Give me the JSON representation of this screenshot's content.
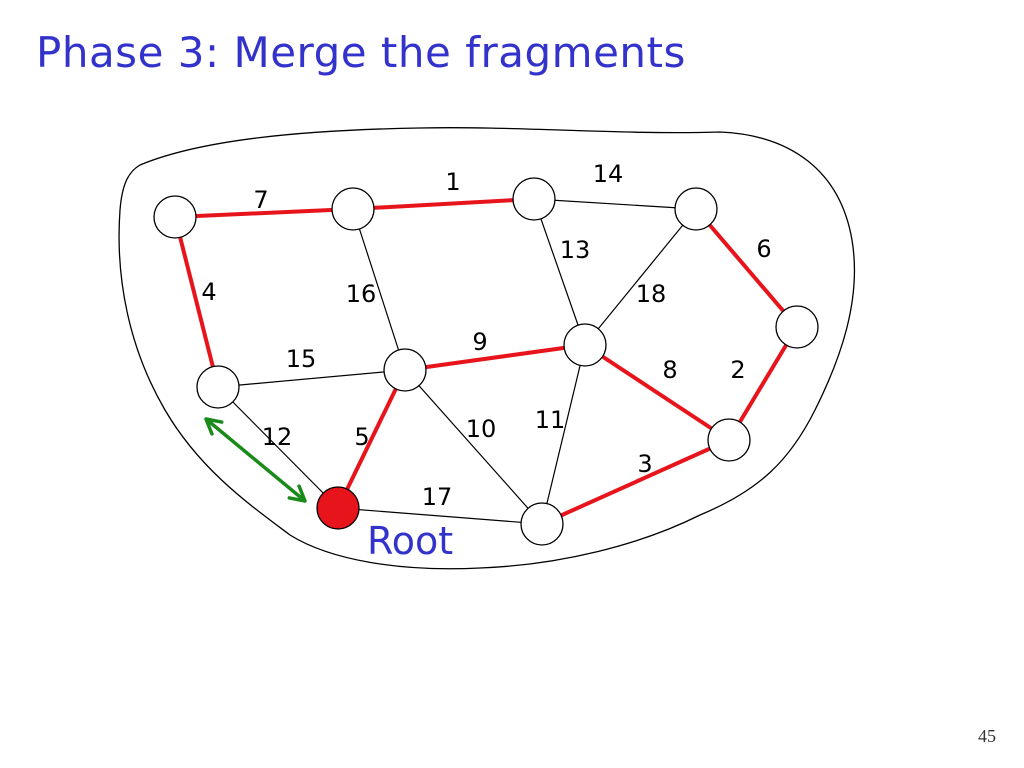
{
  "slide": {
    "title": "Phase 3: Merge the fragments",
    "page_number": "45"
  },
  "colors": {
    "title": "#3333cc",
    "mst_edge": "#e8141c",
    "other_edge": "#000000",
    "root_node": "#e8141c",
    "merge_arrow": "#1a8a1a",
    "root_label": "#3333cc"
  },
  "graph": {
    "root_label": "Root",
    "nodes": [
      {
        "id": "A"
      },
      {
        "id": "B"
      },
      {
        "id": "C"
      },
      {
        "id": "D"
      },
      {
        "id": "E"
      },
      {
        "id": "F"
      },
      {
        "id": "G"
      },
      {
        "id": "H"
      },
      {
        "id": "I"
      },
      {
        "id": "J"
      },
      {
        "id": "R",
        "root": true
      }
    ],
    "edges": [
      {
        "from": "A",
        "to": "B",
        "weight": "7",
        "in_fragment": true
      },
      {
        "from": "B",
        "to": "C",
        "weight": "1",
        "in_fragment": true
      },
      {
        "from": "C",
        "to": "D",
        "weight": "14",
        "in_fragment": false
      },
      {
        "from": "A",
        "to": "F",
        "weight": "4",
        "in_fragment": true
      },
      {
        "from": "B",
        "to": "G",
        "weight": "16",
        "in_fragment": false
      },
      {
        "from": "C",
        "to": "H",
        "weight": "13",
        "in_fragment": false
      },
      {
        "from": "D",
        "to": "H",
        "weight": "18",
        "in_fragment": false
      },
      {
        "from": "D",
        "to": "E",
        "weight": "6",
        "in_fragment": true
      },
      {
        "from": "F",
        "to": "G",
        "weight": "15",
        "in_fragment": false
      },
      {
        "from": "G",
        "to": "H",
        "weight": "9",
        "in_fragment": true
      },
      {
        "from": "H",
        "to": "I",
        "weight": "8",
        "in_fragment": true
      },
      {
        "from": "E",
        "to": "I",
        "weight": "2",
        "in_fragment": true
      },
      {
        "from": "F",
        "to": "R",
        "weight": "12",
        "in_fragment": false
      },
      {
        "from": "G",
        "to": "R",
        "weight": "5",
        "in_fragment": true
      },
      {
        "from": "G",
        "to": "J",
        "weight": "10",
        "in_fragment": false
      },
      {
        "from": "H",
        "to": "J",
        "weight": "11",
        "in_fragment": false
      },
      {
        "from": "R",
        "to": "J",
        "weight": "17",
        "in_fragment": false
      },
      {
        "from": "J",
        "to": "I",
        "weight": "3",
        "in_fragment": true
      }
    ],
    "merge_arrow": {
      "from": "F",
      "to": "R"
    }
  }
}
